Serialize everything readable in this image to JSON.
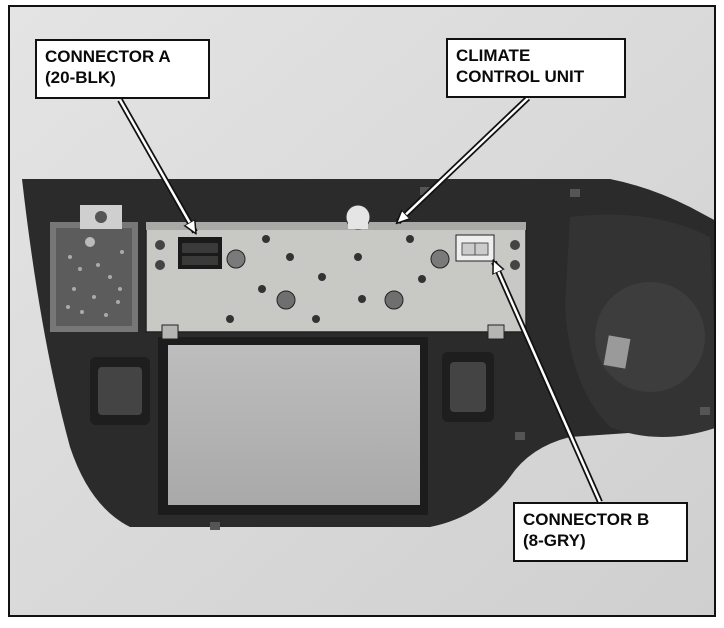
{
  "figure": {
    "callouts": {
      "connector_a": {
        "line1": "CONNECTOR A",
        "line2": "(20-BLK)"
      },
      "climate_control_unit": {
        "line1": "CLIMATE",
        "line2": "CONTROL UNIT"
      },
      "connector_b": {
        "line1": "CONNECTOR B",
        "line2": "(8-GRY)"
      }
    },
    "colors": {
      "background": "#d9d9d9",
      "dashboard": "#2b2b2b",
      "unit_panel": "#c8c8c4",
      "frame": "#111111"
    }
  }
}
